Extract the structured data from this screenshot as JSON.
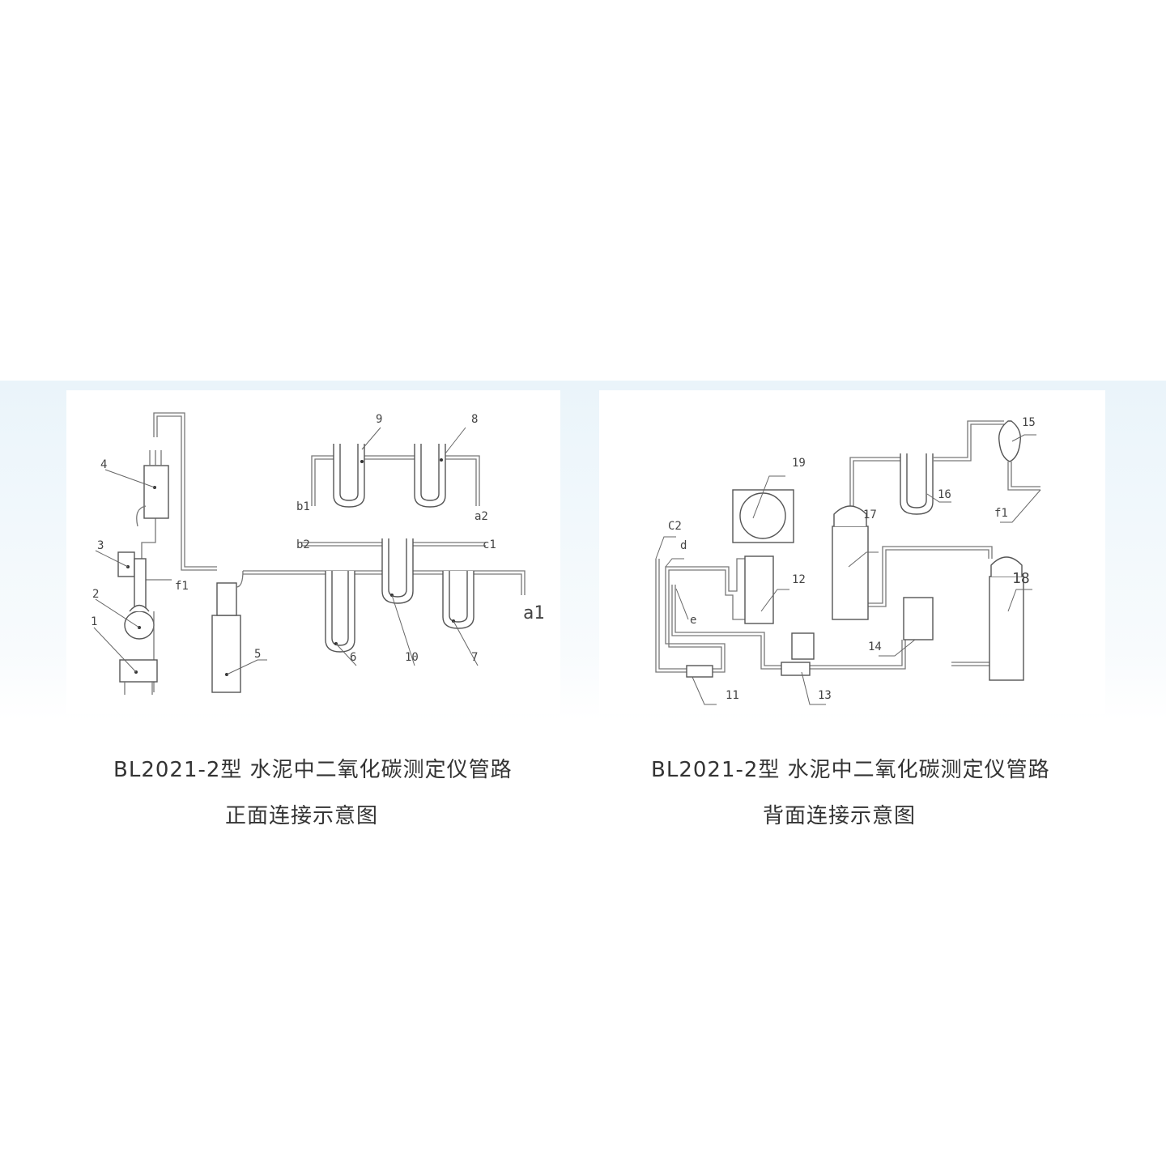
{
  "front": {
    "caption_line1": "BL2021-2型 水泥中二氧化碳测定仪管路",
    "caption_line2": "正面连接示意图",
    "labels": {
      "p1": "1",
      "p2": "2",
      "p3": "3",
      "p4": "4",
      "p5": "5",
      "p6": "6",
      "p7": "7",
      "p8": "8",
      "p9": "9",
      "p10": "10",
      "a1": "a1",
      "a2": "a2",
      "b1": "b1",
      "b2": "b2",
      "c1": "c1",
      "f1": "f1"
    }
  },
  "back": {
    "caption_line1": "BL2021-2型 水泥中二氧化碳测定仪管路",
    "caption_line2": "背面连接示意图",
    "labels": {
      "p11": "11",
      "p12": "12",
      "p13": "13",
      "p14": "14",
      "p15": "15",
      "p16": "16",
      "p17": "17",
      "p18": "18",
      "p19": "19",
      "c2": "C2",
      "d": "d",
      "e": "e",
      "f1": "f1"
    }
  }
}
